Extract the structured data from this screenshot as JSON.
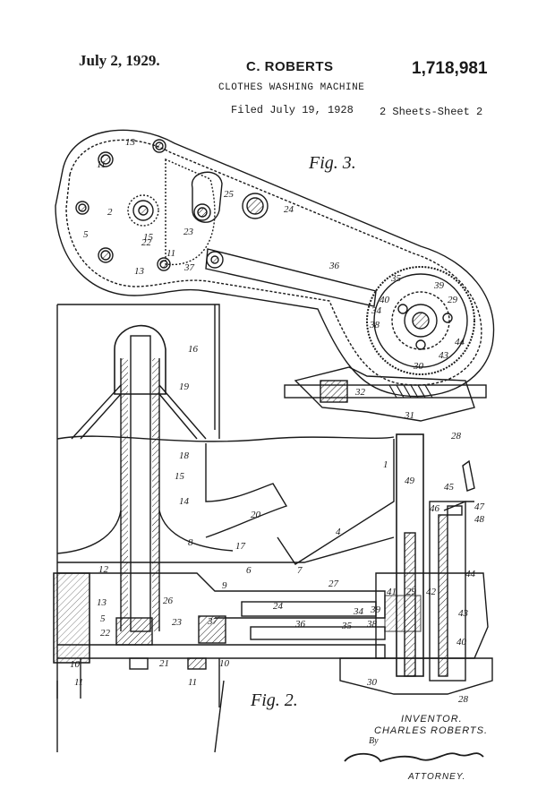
{
  "header": {
    "date": "July 2, 1929.",
    "inventor_name": "C. ROBERTS",
    "patent_number": "1,718,981",
    "title": "CLOTHES WASHING MACHINE",
    "filed": "Filed July 19, 1928",
    "sheets": "2 Sheets-Sheet 2"
  },
  "figures": {
    "fig3_label": "Fig. 3.",
    "fig2_label": "Fig. 2."
  },
  "fig3_refs": [
    "13",
    "11",
    "2",
    "5",
    "15",
    "22",
    "23",
    "25",
    "24",
    "11",
    "13",
    "37",
    "36",
    "35",
    "39",
    "40",
    "29",
    "34",
    "38",
    "44",
    "43",
    "30",
    "32",
    "31",
    "28"
  ],
  "fig2_refs": [
    "16",
    "19",
    "18",
    "15",
    "14",
    "20",
    "1",
    "49",
    "45",
    "47",
    "48",
    "46",
    "4",
    "8",
    "17",
    "7",
    "6",
    "27",
    "12",
    "9",
    "13",
    "26",
    "24",
    "5",
    "23",
    "37",
    "36",
    "35",
    "34",
    "38",
    "39",
    "41",
    "29",
    "42",
    "44",
    "43",
    "40",
    "22",
    "21",
    "10",
    "11",
    "10",
    "11",
    "30",
    "28"
  ],
  "signature": {
    "inventor_label": "INVENTOR.",
    "inventor_name": "CHARLES ROBERTS.",
    "by": "By",
    "attorney_label": "ATTORNEY."
  }
}
